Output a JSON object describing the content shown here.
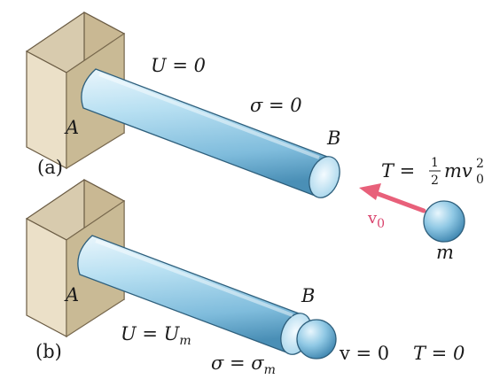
{
  "panels": {
    "a": {
      "tag": "(a)",
      "point_a": "A",
      "point_b": "B",
      "energy_u": "U = 0",
      "stress": "σ = 0",
      "velocity_label": "v",
      "velocity_sub": "0",
      "mass_label": "m",
      "kinetic": {
        "lhs": "T =",
        "frac_num": "1",
        "frac_den": "2",
        "m": "mv",
        "sup": "2",
        "sub": "0"
      }
    },
    "b": {
      "tag": "(b)",
      "point_a": "A",
      "point_b": "B",
      "energy_u": "U = U",
      "energy_u_sub": "m",
      "stress": "σ = σ",
      "stress_sub": "m",
      "velocity": "v = 0",
      "kinetic": "T = 0"
    }
  },
  "colors": {
    "rod_light": "#e4f3fb",
    "rod_mid": "#9fd0e8",
    "rod_dark": "#4a90b8",
    "wall_face": "#e8dcc4",
    "wall_side": "#c4b494",
    "wall_top": "#d6c8aa",
    "arrow": "#e8607a"
  }
}
